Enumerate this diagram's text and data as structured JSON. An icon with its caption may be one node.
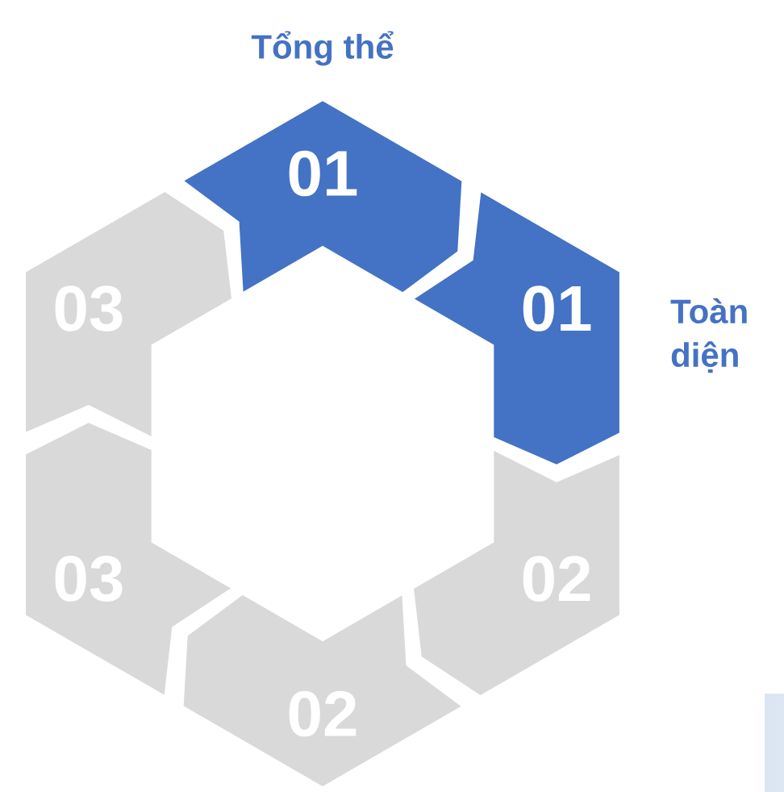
{
  "diagram": {
    "nodes": [
      {
        "text": [
          "01"
        ],
        "beside": [
          "Tổng thể"
        ]
      },
      {
        "text": [
          "01"
        ],
        "beside": [
          "Toàn diện"
        ]
      },
      {
        "text": [
          "02"
        ]
      },
      {
        "text": [
          "02"
        ]
      },
      {
        "text": [
          "03"
        ]
      },
      {
        "text": [
          "03"
        ]
      }
    ]
  }
}
